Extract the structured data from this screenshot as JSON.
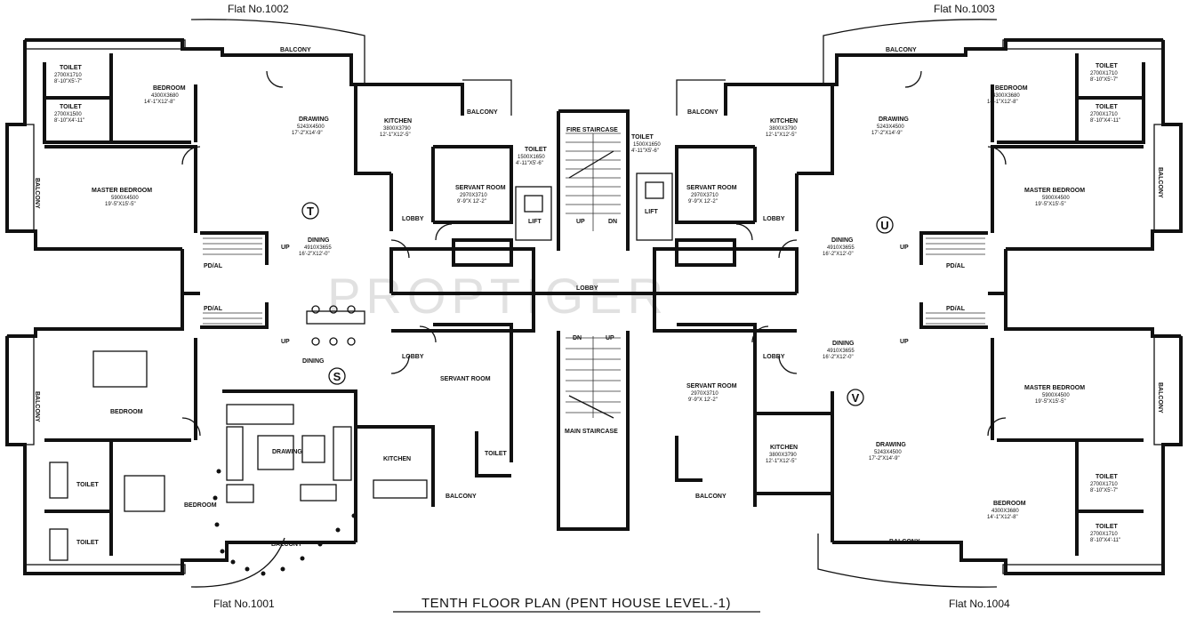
{
  "flats": {
    "f1002": "Flat No.1002",
    "f1003": "Flat No.1003",
    "f1001": "Flat No.1001",
    "f1004": "Flat No.1004"
  },
  "title": "TENTH FLOOR PLAN (PENT HOUSE LEVEL.-1)",
  "watermark": "PROPTIGER",
  "units": {
    "t": "T",
    "u": "U",
    "s": "S",
    "v": "V"
  },
  "rooms": {
    "balcony": "BALCONY",
    "toilet": "TOILET",
    "bedroom": "BEDROOM",
    "master_bedroom": "MASTER BEDROOM",
    "drawing": "DRAWING",
    "dining": "DINING",
    "kitchen": "KITCHEN",
    "servant_room": "SERVANT ROOM",
    "lobby": "LOBBY",
    "lift": "LIFT",
    "fire_staircase": "FIRE STAIRCASE",
    "main_staircase": "MAIN STAIRCASE",
    "up": "UP",
    "dn": "DN",
    "pdal": "PD/AL"
  },
  "dims": {
    "toilet_a": "2700X1710",
    "toilet_a_ft": "8'-10\"X5'-7\"",
    "toilet_b": "2700X1500",
    "toilet_b_ft": "8'-10\"X4'-11\"",
    "bed": "4300X3680",
    "bed_ft": "14'-1\"X12'-8\"",
    "master": "5900X4500",
    "master_ft": "19'-5\"X15'-5\"",
    "drawing": "5243X4500",
    "drawing_ft": "17'-2\"X14'-9\"",
    "dining": "4910X3655",
    "dining_ft": "16'-2\"X12'-0\"",
    "kitchen": "3800X3790",
    "kitchen_ft": "12'-1\"X12'-5\"",
    "servant": "2970X3710",
    "servant_ft": "9'-9\"X 12'-2\"",
    "ctoilet": "1500X1650",
    "ctoilet_ft": "4'-11\"X5'-6\""
  }
}
